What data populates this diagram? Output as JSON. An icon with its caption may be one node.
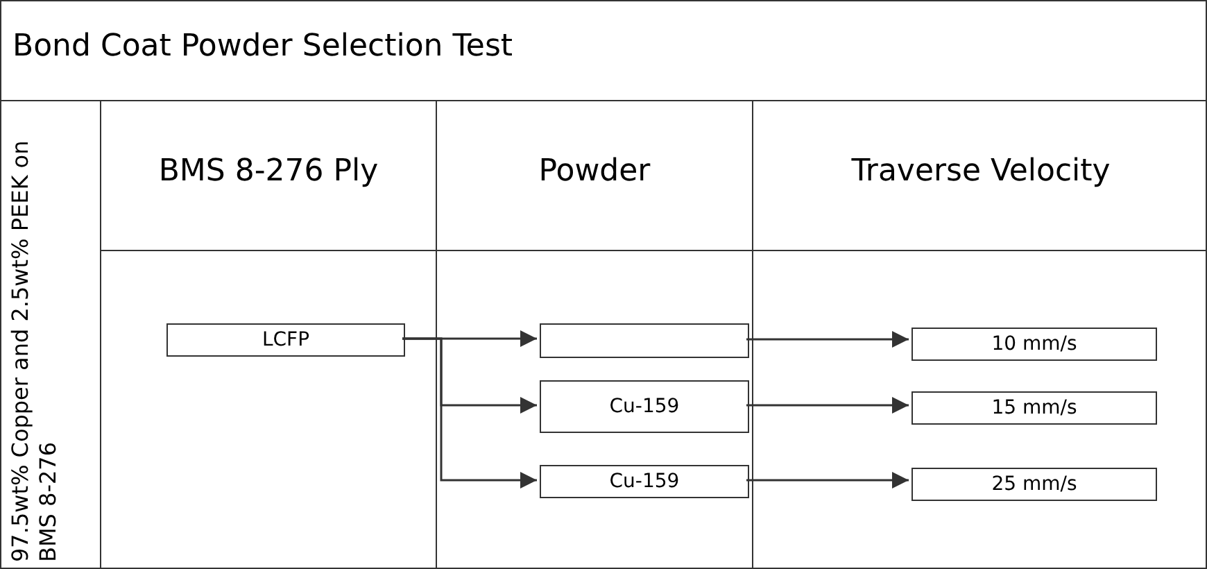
{
  "diagram": {
    "nodes": [
      {
        "text": [
          "Bond Coat Powder Selection Test"
        ]
      },
      {
        "text": [
          "97.5wt% Copper and 2.5wt% PEEK on BMS 8-276"
        ],
        "in": 0
      },
      {
        "text": [
          "BMS 8-276 Ply"
        ],
        "in": 0
      },
      {
        "text": [
          "Powder"
        ],
        "in": 0
      },
      {
        "text": [
          "Traverse Velocity"
        ],
        "in": 0
      },
      {
        "text": [
          "LCFP"
        ],
        "in": 2
      },
      {
        "text": [],
        "shape": "box",
        "in": 3
      },
      {
        "text": [
          "Cu-159"
        ],
        "in": 3
      },
      {
        "text": [
          "Cu-159"
        ],
        "in": 3
      },
      {
        "text": [
          "10 mm/s"
        ],
        "in": 4
      },
      {
        "text": [
          "15 mm/s"
        ],
        "in": 4
      },
      {
        "text": [
          "25 mm/s"
        ],
        "in": 4
      }
    ],
    "edges": [
      {
        "from": 5,
        "to": 6,
        "arrow": "to"
      },
      {
        "from": 5,
        "to": 7,
        "arrow": "to"
      },
      {
        "from": 5,
        "to": 8,
        "arrow": "to"
      },
      {
        "from": 6,
        "to": 9,
        "arrow": "to"
      },
      {
        "from": 7,
        "to": 10,
        "arrow": "to"
      },
      {
        "from": 8,
        "to": 11,
        "arrow": "to"
      }
    ]
  }
}
